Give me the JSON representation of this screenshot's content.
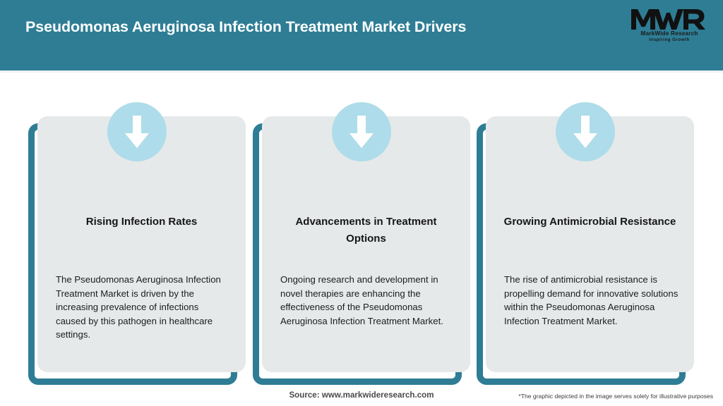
{
  "header": {
    "title": "Pseudomonas Aeruginosa Infection Treatment Market Drivers",
    "background_color": "#2e7d95",
    "title_color": "#ffffff"
  },
  "logo": {
    "mark": "MWR",
    "name": "MarkWide Research",
    "tagline": "Inspiring Growth"
  },
  "theme": {
    "teal": "#2e7d95",
    "card_gray": "#e6e9ea",
    "icon_circle": "#aedcea",
    "arrow_white": "#ffffff"
  },
  "cards": [
    {
      "icon": "down-arrow-icon",
      "title": "Rising Infection Rates",
      "text": "The Pseudomonas Aeruginosa Infection Treatment Market is driven by the increasing prevalence of infections caused by this pathogen in healthcare settings."
    },
    {
      "icon": "down-arrow-icon",
      "title": "Advancements in Treatment Options",
      "text": "Ongoing research and development in novel therapies are enhancing the effectiveness of the Pseudomonas Aeruginosa Infection Treatment Market."
    },
    {
      "icon": "down-arrow-icon",
      "title": "Growing Antimicrobial Resistance",
      "text": "The rise of antimicrobial resistance is propelling demand for innovative solutions within the Pseudomonas Aeruginosa Infection Treatment Market."
    }
  ],
  "footer": {
    "source": "Source: www.markwideresearch.com",
    "disclaimer": "*The graphic depicted in the image serves solely for illustrative purposes"
  }
}
